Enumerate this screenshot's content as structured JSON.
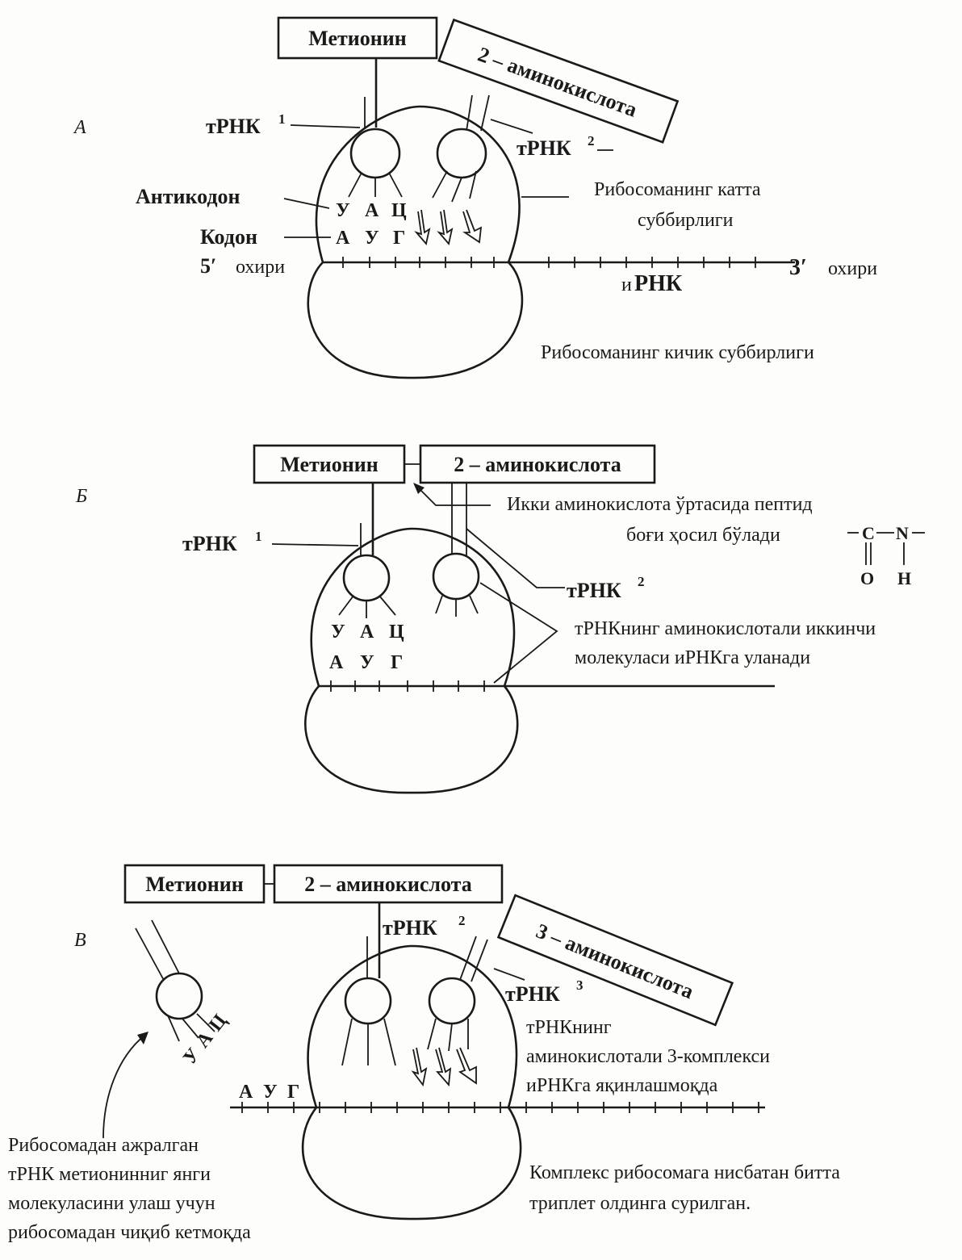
{
  "panel_a": {
    "letter": "А",
    "box_met": "Метионин",
    "box_aa2": "2 – аминокислота",
    "trna1": "тРНК",
    "trna1_sup": "1",
    "trna2": "тРНК",
    "trna2_sup": "2",
    "anticodon_label": "Антикодон",
    "codon_label": "Кодон",
    "anticodon": [
      "У",
      "А",
      "Ц"
    ],
    "codon": [
      "А",
      "У",
      "Г"
    ],
    "end5_num": "5′",
    "end5_text": "охири",
    "end3_num": "3′",
    "end3_text": "охири",
    "mrna_prefix": "и",
    "mrna_main": "РНК",
    "large_sub_line1": "Рибосоманинг катта",
    "large_sub_line2": "суббирлиги",
    "small_sub": "Рибосоманинг кичик суббирлиги"
  },
  "panel_b": {
    "letter": "Б",
    "box_met": "Метионин",
    "box_aa2": "2 – аминокислота",
    "trna1": "тРНК",
    "trna1_sup": "1",
    "trna2": "тРНК",
    "trna2_sup": "2",
    "anticodon": [
      "У",
      "А",
      "Ц"
    ],
    "codon": [
      "А",
      "У",
      "Г"
    ],
    "peptide_line1": "Икки аминокислота ўртасида пептид",
    "peptide_line2": "боғи ҳосил бўлади",
    "formula_c": "C",
    "formula_n": "N",
    "formula_o": "O",
    "formula_h": "H",
    "attach_line1": "тРНКнинг аминокислотали иккинчи",
    "attach_line2": "молекуласи иРНКга уланади"
  },
  "panel_c": {
    "letter": "В",
    "box_met": "Метионин",
    "box_aa2": "2 – аминокислота",
    "box_aa3": "3 – аминокислота",
    "trna2": "тРНК",
    "trna2_sup": "2",
    "trna3": "тРНК",
    "trna3_sup": "3",
    "codon_free": [
      "А",
      "У",
      "Г"
    ],
    "anticodon_free": [
      "У",
      "А",
      "Ц"
    ],
    "approach_line1": "тРНКнинг",
    "approach_line2": "аминокислотали 3-комплекси",
    "approach_line3": "иРНКга яқинлашмоқда",
    "release_line1": "Рибосомадан ажралган",
    "release_line2": "тРНК метионинниг янги",
    "release_line3": "молекуласини улаш учун",
    "release_line4": "рибосомадан чиқиб кетмоқда",
    "shift_line1": "Комплекс рибосомага нисбатан битта",
    "shift_line2": "триплет олдинга сурилган."
  }
}
